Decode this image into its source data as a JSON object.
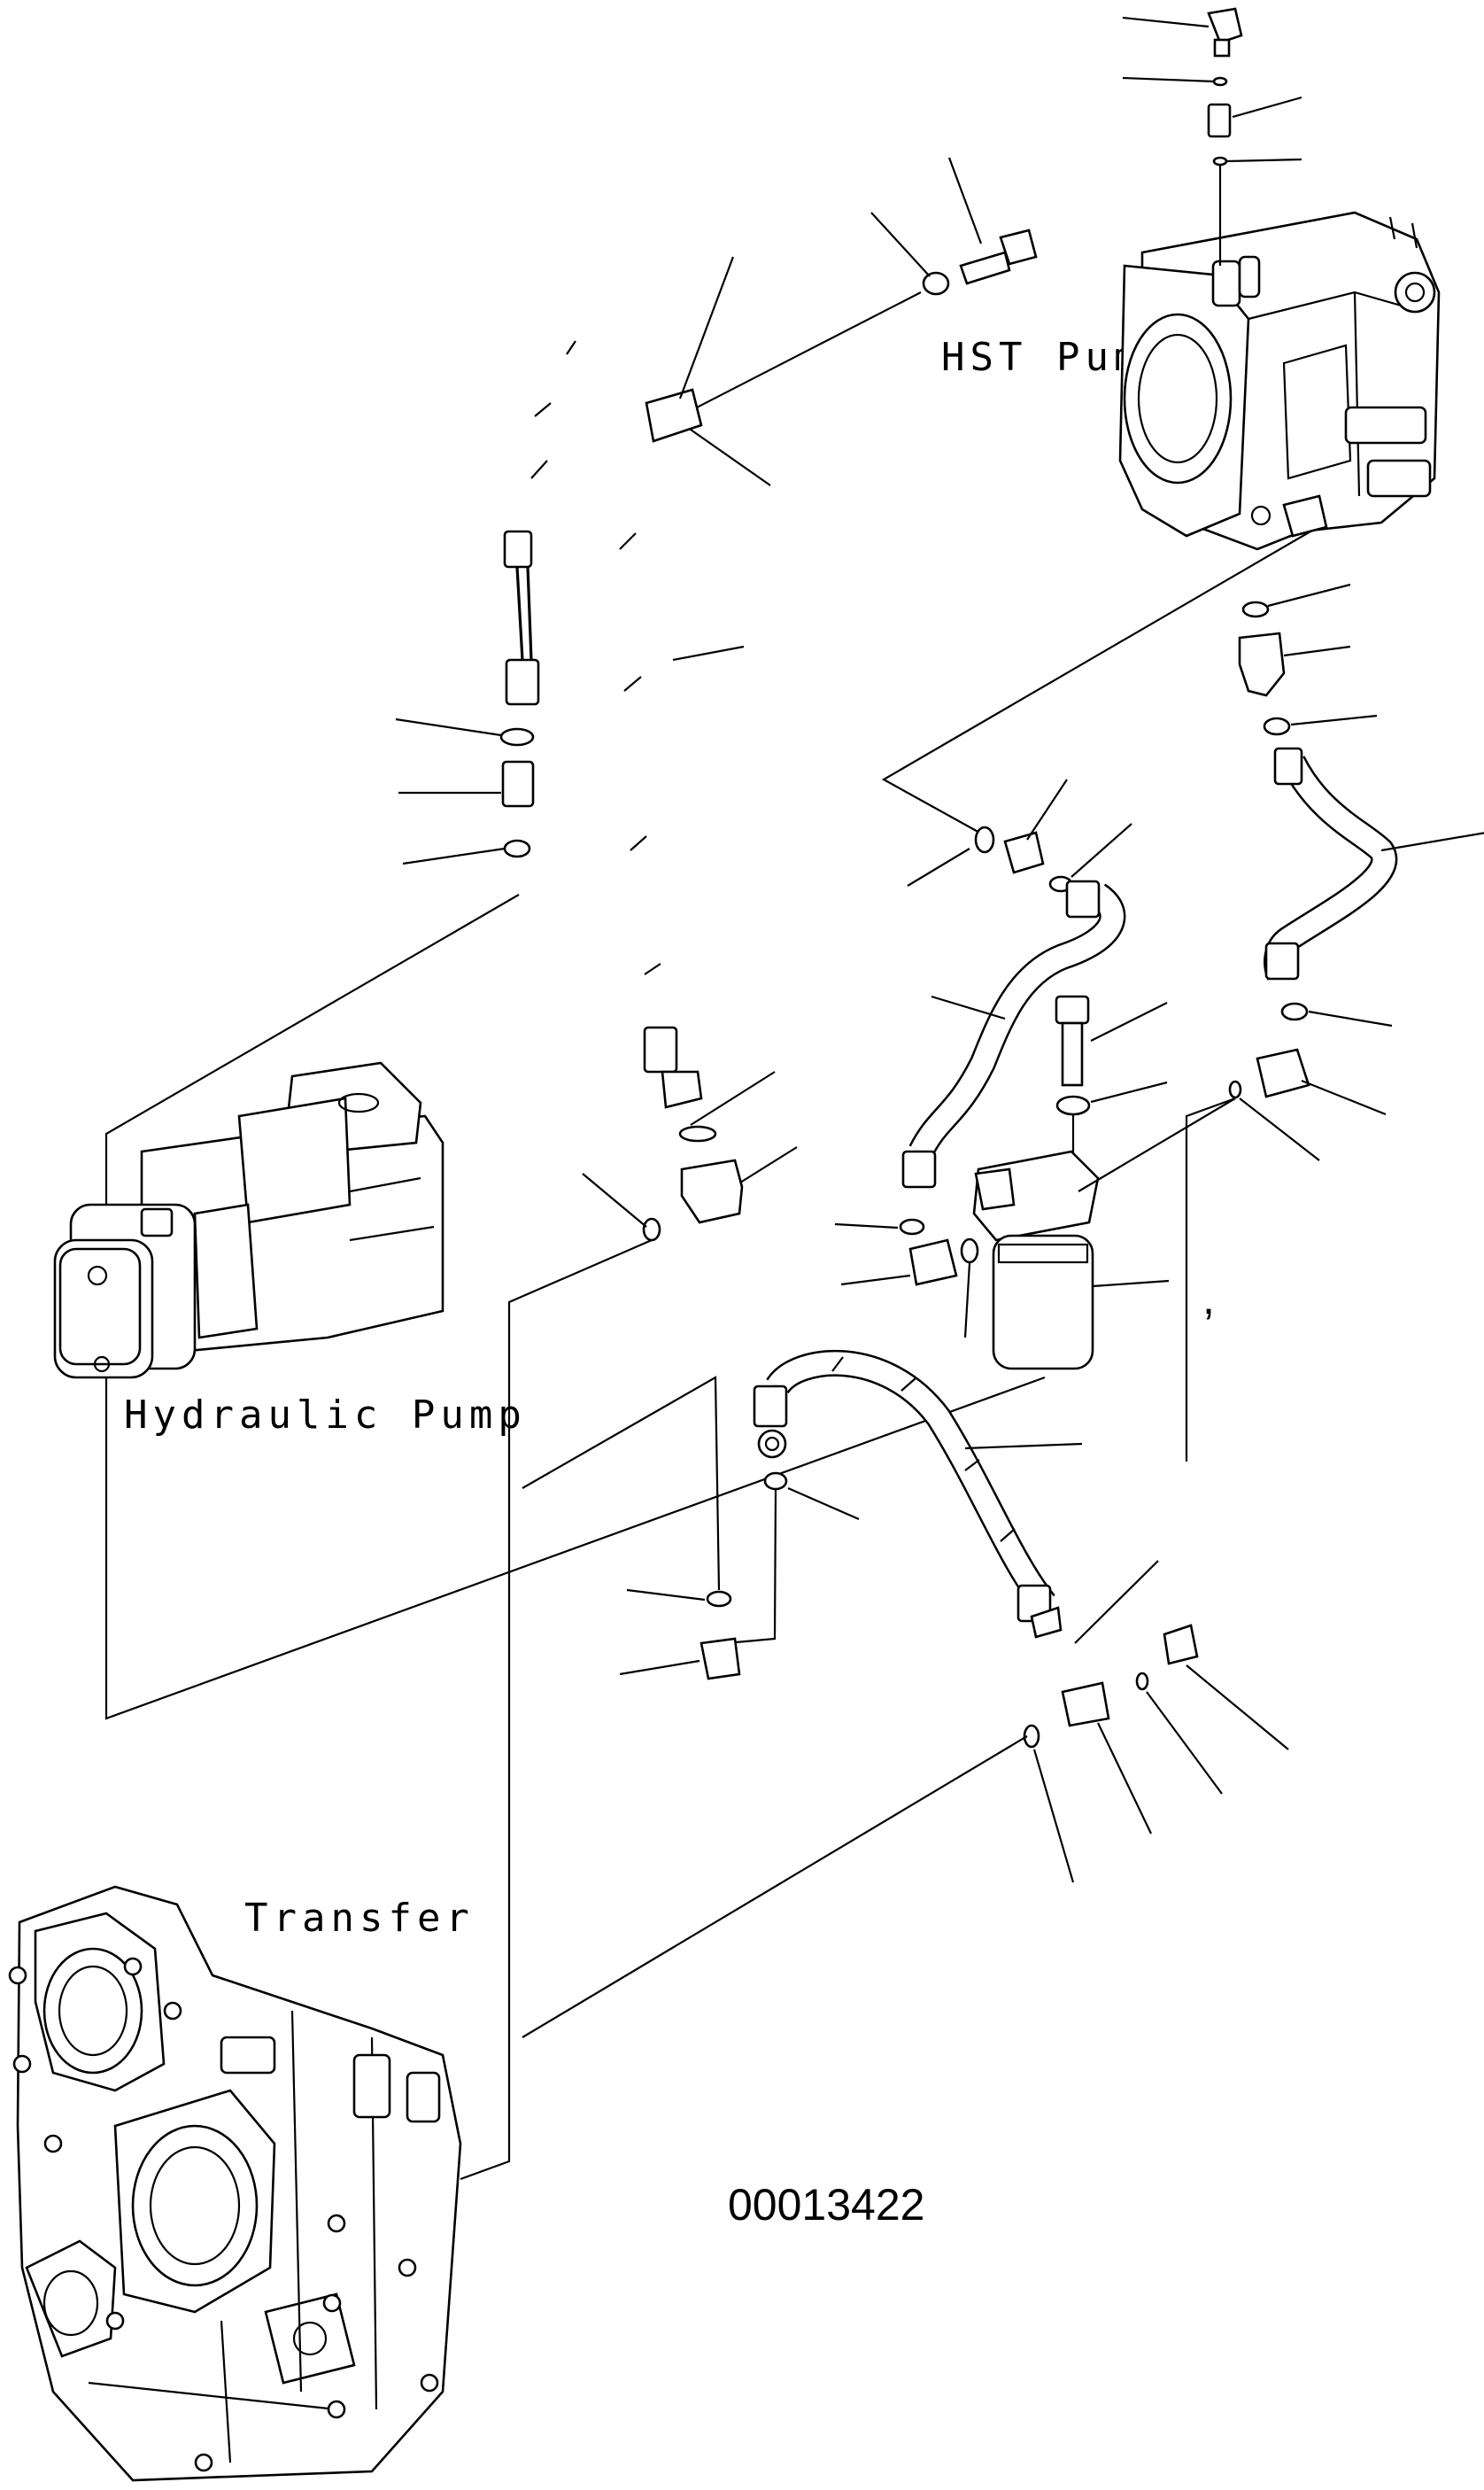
{
  "labels": {
    "hst_pump": "HST Pump",
    "hydraulic_pump": "Hydraulic Pump",
    "transfer": "Transfer",
    "drawing_number": "00013422",
    "stray_mark": ","
  },
  "colors": {
    "ink": "#000000",
    "paper": "#ffffff"
  }
}
